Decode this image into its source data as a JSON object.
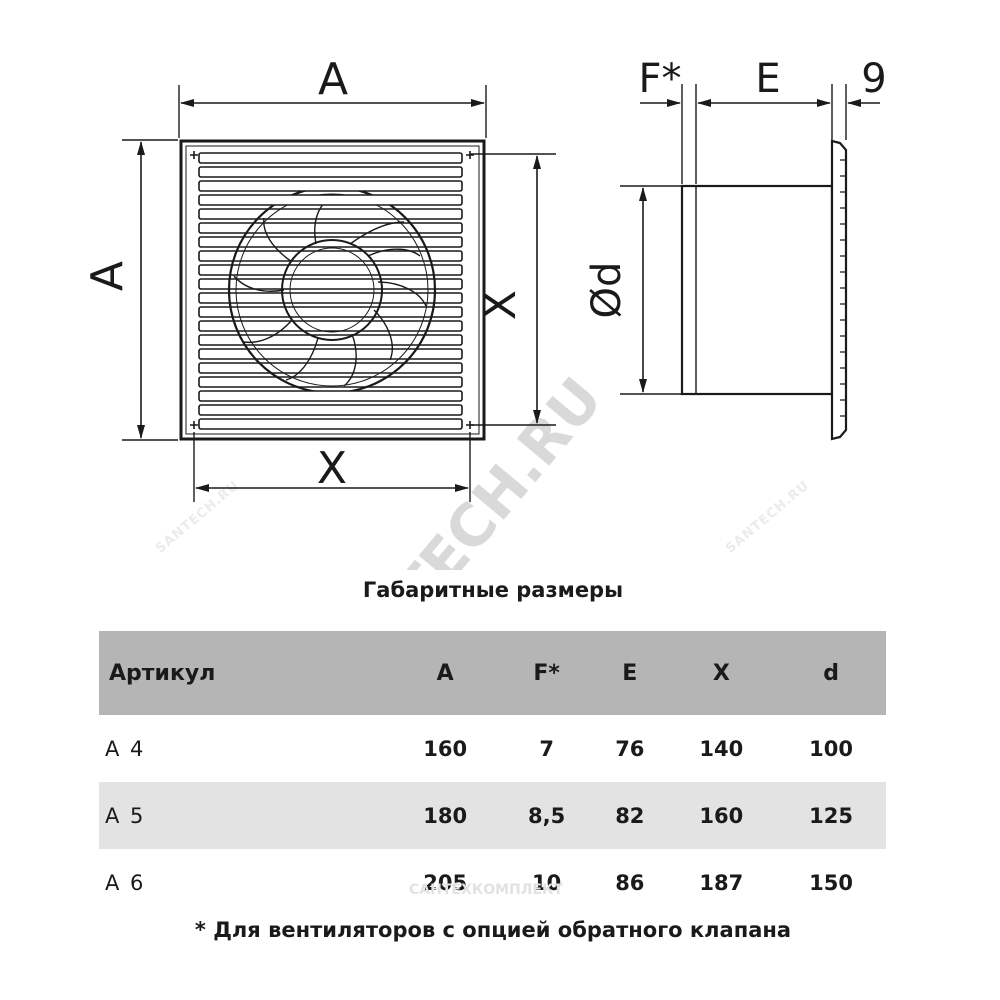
{
  "drawing": {
    "front_view": {
      "width_label": "A",
      "height_label": "A",
      "mount_h_label": "X",
      "mount_v_label": "X"
    },
    "side_view": {
      "f_label": "F*",
      "e_label": "E",
      "nine_label": "9",
      "diameter_label": "Ød"
    },
    "watermark": "SANTECH.RU",
    "watermark_small": "SANTECH.RU",
    "watermark_brand": "САНТЕХКОМПЛЕКТ"
  },
  "table": {
    "title": "Габаритные размеры",
    "headers": [
      "Артикул",
      "A",
      "F*",
      "E",
      "X",
      "d"
    ],
    "rows": [
      [
        "А 4",
        "160",
        "7",
        "76",
        "140",
        "100"
      ],
      [
        "А 5",
        "180",
        "8,5",
        "82",
        "160",
        "125"
      ],
      [
        "А 6",
        "205",
        "10",
        "86",
        "187",
        "150"
      ]
    ]
  },
  "footnote": "* Для вентиляторов с опцией обратного клапана"
}
